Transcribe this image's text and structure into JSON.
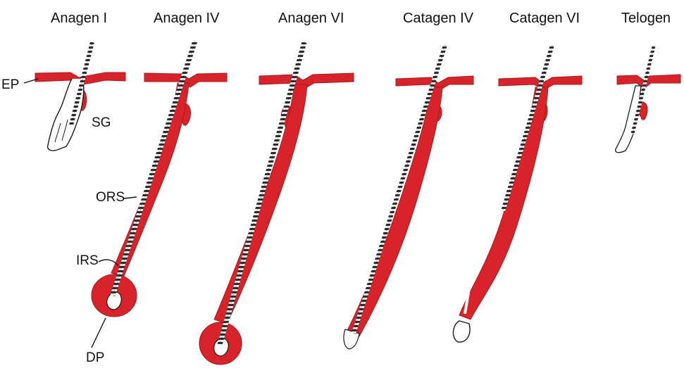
{
  "stages": [
    {
      "key": "anagen1",
      "label": "Anagen I"
    },
    {
      "key": "anagen4",
      "label": "Anagen IV"
    },
    {
      "key": "anagen6",
      "label": "Anagen VI"
    },
    {
      "key": "catagen4",
      "label": "Catagen IV"
    },
    {
      "key": "catagen6",
      "label": "Catagen VI"
    },
    {
      "key": "telogen",
      "label": "Telogen"
    }
  ],
  "annotations": {
    "ep": "EP",
    "sg": "SG",
    "ors": "ORS",
    "irs": "IRS",
    "dp": "DP"
  },
  "colors": {
    "tissue": "#d8232a",
    "tissue_dark": "#b01a20",
    "outline": "#1a1a1a",
    "shaft_light": "#f2f2f2",
    "shaft_dark": "#333333",
    "background": "#ffffff"
  }
}
